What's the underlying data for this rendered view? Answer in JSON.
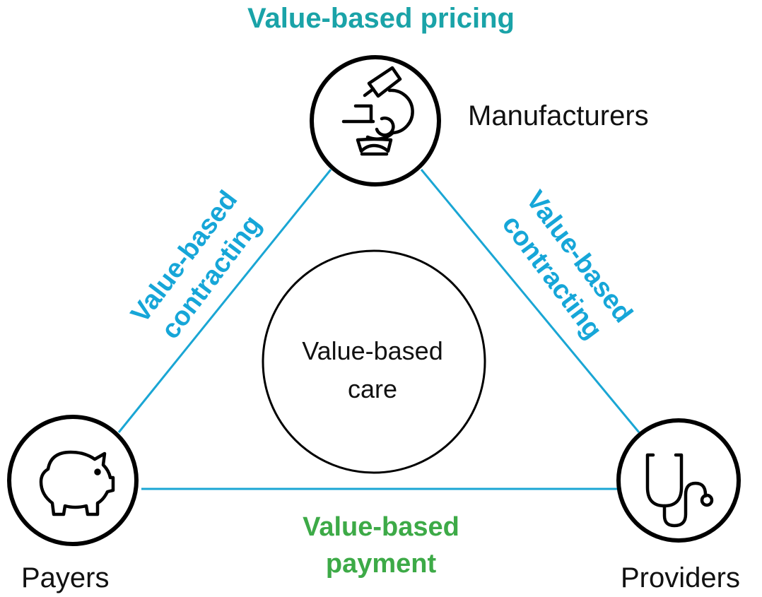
{
  "diagram": {
    "top_label": "Value-based pricing",
    "center": {
      "line1": "Value-based",
      "line2": "care"
    },
    "nodes": {
      "manufacturers": {
        "label": "Manufacturers",
        "icon": "microscope-icon"
      },
      "payers": {
        "label": "Payers",
        "icon": "piggy-bank-icon"
      },
      "providers": {
        "label": "Providers",
        "icon": "stethoscope-icon"
      }
    },
    "edges": {
      "left": {
        "line1": "Value-based",
        "line2": "contracting"
      },
      "right": {
        "line1": "Value-based",
        "line2": "contracting"
      },
      "bottom": {
        "line1": "Value-based",
        "line2": "payment"
      }
    }
  },
  "colors": {
    "line": "#1aa6d4",
    "pricing": "#1aa3a8",
    "contracting": "#16a6d8",
    "payment": "#3daa47",
    "circle_stroke": "#000000"
  }
}
